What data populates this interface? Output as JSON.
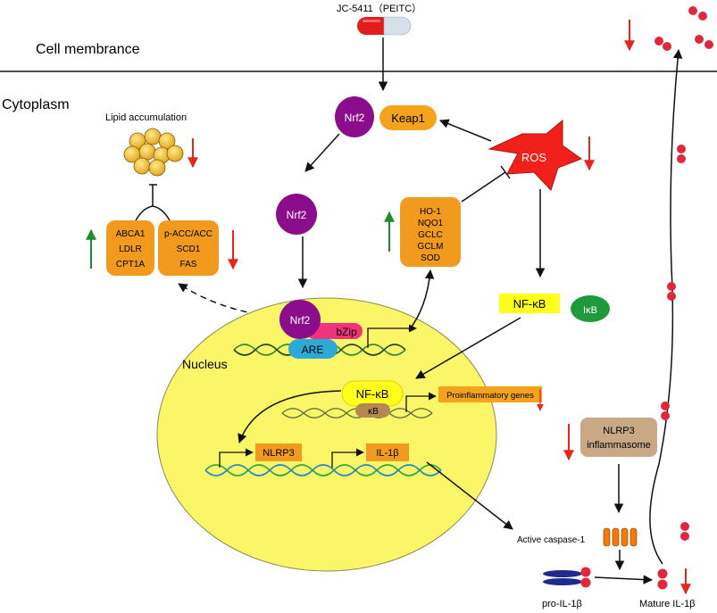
{
  "labels": {
    "drug": "JC-5411（PEITC）",
    "membrane": "Cell membrance",
    "cytoplasm": "Cytoplasm",
    "lipid": "Lipid accumulation",
    "nucleus": "Nucleus",
    "nrf2": "Nrf2",
    "keap1": "Keap1",
    "ros": "ROS",
    "are": "ARE",
    "bzip": "bZip",
    "nfkb": "NF-κB",
    "ikb": "IκB",
    "kb": "κB",
    "proinflam": "Proinflammatory genes",
    "nlrp3": "NLRP3",
    "il1b": "IL-1β",
    "inflammasome": [
      "NLRP3",
      "inflammasome"
    ],
    "caspase": "Active caspase-1",
    "pro_il1b": "pro-IL-1β",
    "mature_il1b": "Mature IL-1β"
  },
  "boxes": {
    "lipid_genes_up": [
      "ABCA1",
      "LDLR",
      "CPT1A"
    ],
    "lipid_genes_down": [
      "p-ACC/ACC",
      "SCD1",
      "FAS"
    ],
    "antioxidant_genes": [
      "HO-1",
      "NQO1",
      "GCLC",
      "GCLM",
      "SOD"
    ]
  },
  "colors": {
    "purple": "#8B0D8B",
    "orange": "#F5A21C",
    "gene_box": "#F29A1D",
    "red": "#E8241C",
    "green": "#1E8C2A",
    "nucleus_fill": "#FBF568",
    "nfkb_yellow": "#FFFF1A",
    "ikb_green": "#1E9A3A",
    "are_blue": "#2CA9D6",
    "bzip_pink": "#F0337F",
    "inflammasome_tan": "#C8A885",
    "kb_brown": "#B38853",
    "il_dot": "#E0283D",
    "pro_blue": "#1F2A8C"
  }
}
